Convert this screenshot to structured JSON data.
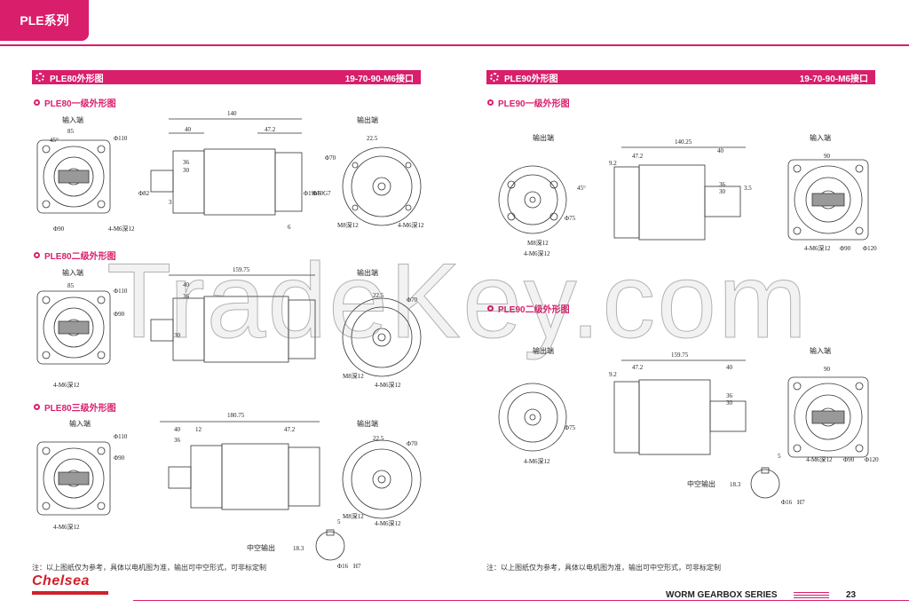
{
  "header": {
    "tab": "PLE系列"
  },
  "left": {
    "title": "PLE80外形图",
    "interface": "19-70-90-M6接口",
    "sec1": "PLE80一级外形图",
    "sec2": "PLE80二级外形图",
    "sec3": "PLE80三级外形图",
    "d1": {
      "in": "输入端",
      "out": "输出端",
      "overall": "140",
      "w85": "85",
      "d110": "Φ110",
      "d90": "Φ90",
      "m6": "4-M6深12",
      "m8": "M8深12",
      "a45": "45°",
      "l40": "40",
      "l47": "47.2",
      "l36": "36",
      "l30": "30",
      "l3": "3",
      "l6": "6",
      "l22": "22.5",
      "d70": "Φ70",
      "d19": "Φ19h6",
      "d70g": "Φ70G7",
      "d82": "Φ82"
    },
    "d2": {
      "overall": "159.75"
    },
    "d3": {
      "overall": "180.75",
      "l12": "12"
    },
    "hollow": {
      "label": "中空输出",
      "d16": "Φ16",
      "h7": "H7",
      "h183": "18.3",
      "w5": "5"
    },
    "note": "注：以上图纸仅为参考，具体以电机图为准，输出可中空形式，可非标定制"
  },
  "right": {
    "title": "PLE90外形图",
    "interface": "19-70-90-M6接口",
    "sec1": "PLE90一级外形图",
    "sec2": "PLE90二级外形图",
    "d1": {
      "out": "输出端",
      "in": "输入端",
      "overall": "140.25",
      "l47": "47.2",
      "l9": "9.2",
      "l40": "40",
      "l36": "36",
      "l30": "30",
      "l35": "3.5",
      "d75": "Φ75",
      "d90": "Φ90",
      "d120": "Φ120",
      "w90": "90",
      "m6": "4-M6深12",
      "m8": "M8深12",
      "a45": "45°"
    },
    "d2": {
      "overall": "159.75"
    },
    "hollow": {
      "label": "中空输出",
      "d16": "Φ16",
      "h7": "H7",
      "h183": "18.3",
      "w5": "5"
    },
    "note": "注：以上图纸仅为参考，具体以电机图为准，输出可中空形式，可非标定制"
  },
  "watermark": "TradeKey.com",
  "footer": {
    "brand": "Chelsea",
    "series": "WORM GEARBOX SERIES",
    "page": "23"
  },
  "colors": {
    "accent": "#d91e6b",
    "brand": "#d0202a"
  }
}
